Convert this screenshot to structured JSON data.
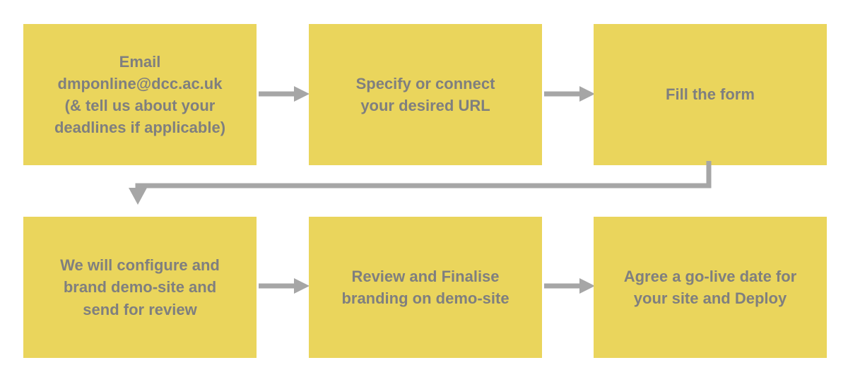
{
  "diagram": {
    "type": "flowchart",
    "steps": [
      {
        "label": "Email\ndmponline@dcc.ac.uk\n(& tell us about your\ndeadlines if applicable)"
      },
      {
        "label": "Specify or connect\nyour desired URL"
      },
      {
        "label": "Fill the form"
      },
      {
        "label": "We will configure and\nbrand demo-site and\nsend for review"
      },
      {
        "label": "Review and Finalise\nbranding on demo-site"
      },
      {
        "label": "Agree a go-live date for\nyour site and Deploy"
      }
    ],
    "connections": [
      {
        "from": 1,
        "to": 2,
        "type": "arrow-right"
      },
      {
        "from": 2,
        "to": 3,
        "type": "arrow-right"
      },
      {
        "from": 3,
        "to": 4,
        "type": "elbow-down-left-down"
      },
      {
        "from": 4,
        "to": 5,
        "type": "arrow-right"
      },
      {
        "from": 5,
        "to": 6,
        "type": "arrow-right"
      }
    ]
  },
  "colors": {
    "background": "#FFFFFF",
    "box_fill": "#EAD55C",
    "text": "#7F7F7F",
    "arrow": "#A6A6A6"
  }
}
